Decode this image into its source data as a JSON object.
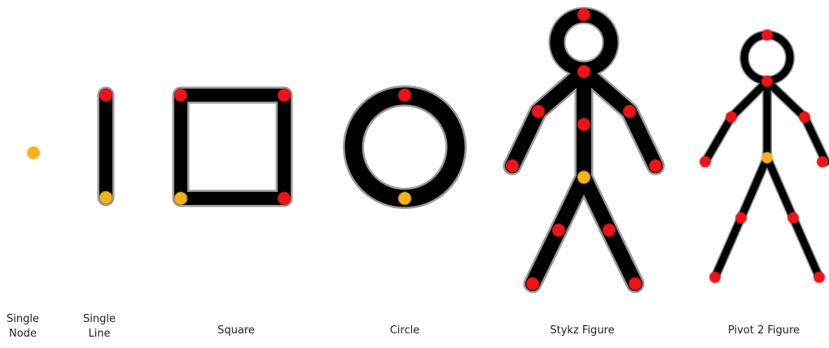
{
  "colors": {
    "stroke": "#000000",
    "outline": "#9a9a9a",
    "handle": "#e8141b",
    "pivot": "#f4b223",
    "background": "#ffffff"
  },
  "labels": {
    "single_node": [
      "Single",
      "Node"
    ],
    "single_line": [
      "Single",
      "Line"
    ],
    "square": "Square",
    "circle": "Circle",
    "stykz_figure": "Stykz Figure",
    "pivot2_figure": "Pivot 2 Figure"
  }
}
